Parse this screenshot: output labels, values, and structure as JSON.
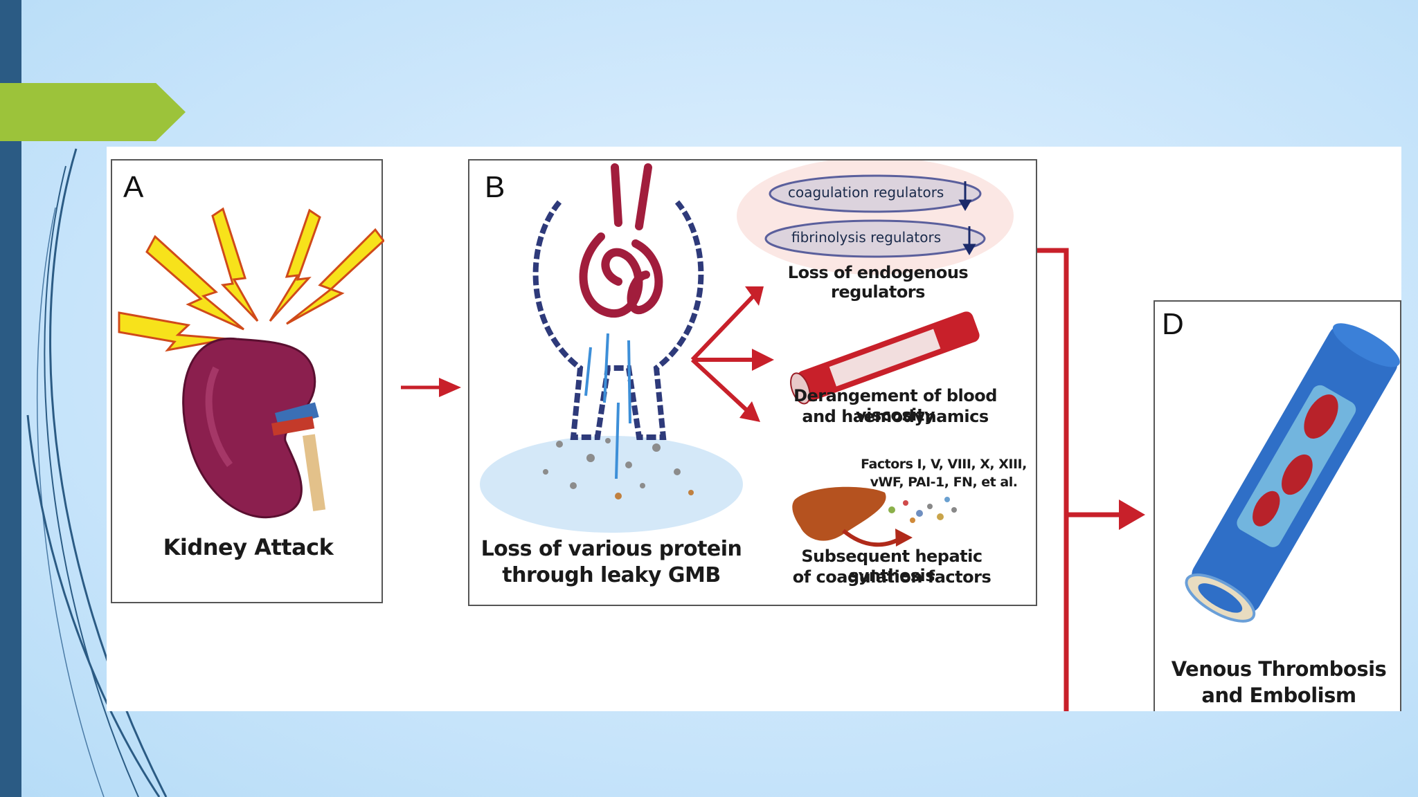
{
  "slide": {
    "colors": {
      "left_bar": "#2b5b84",
      "accent_arrow": "#9cc33a",
      "background": "#cbe6fb",
      "arrow_red": "#c8202a"
    }
  },
  "figure": {
    "panel_a": {
      "letter": "A",
      "caption": "Kidney Attack"
    },
    "panel_b": {
      "letter": "B",
      "regulator_1": "coagulation regulators",
      "regulator_2": "fibrinolysis regulators",
      "caption_regulators": "Loss of endogenous regulators",
      "caption_viscosity_1": "Derangement of blood viscosity",
      "caption_viscosity_2": "and  haemodynamics",
      "factors_1": "Factors I, V, VIII, X, XIII,",
      "factors_2": "vWF, PAI-1, FN, et al.",
      "caption_hepatic_1": "Subsequent hepatic synthesis",
      "caption_hepatic_2": "of coagulation factors",
      "caption_protein_1": "Loss of various protein",
      "caption_protein_2": "through leaky GMB"
    },
    "panel_d": {
      "letter": "D",
      "caption_1": "Venous Thrombosis",
      "caption_2": "and Embolism"
    }
  }
}
